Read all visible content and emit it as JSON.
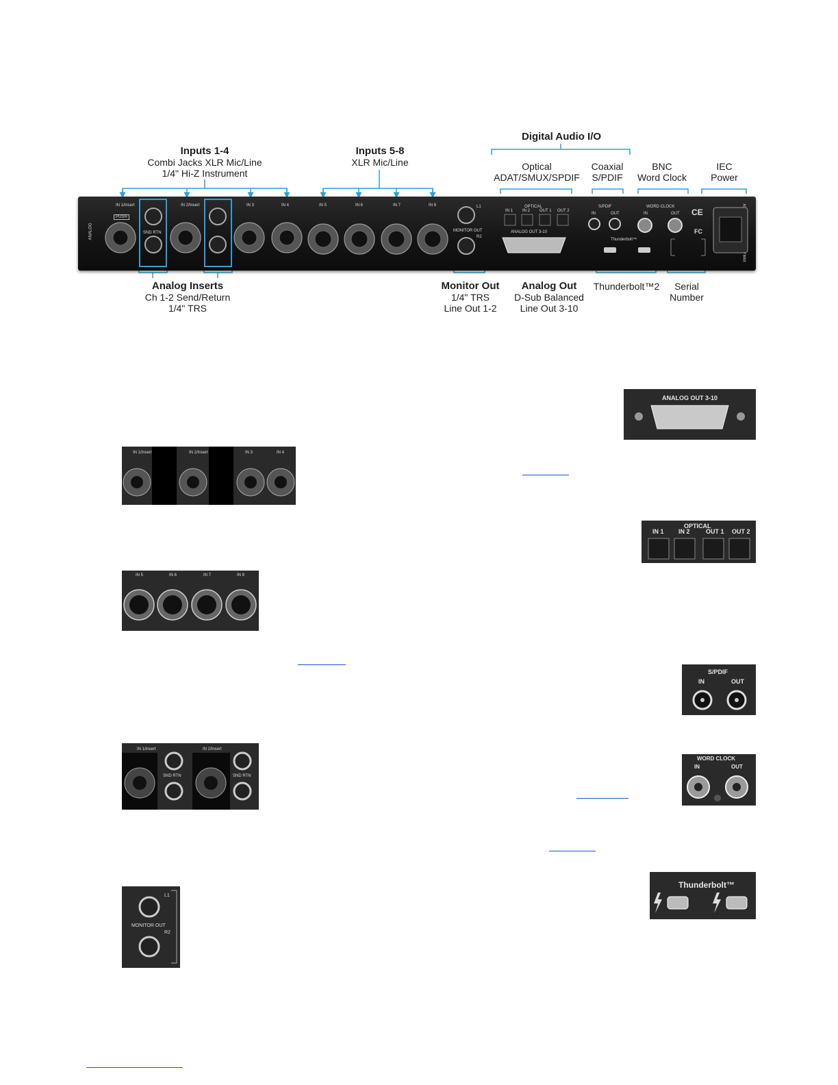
{
  "callouts": {
    "inputs_1_4": {
      "title": "Inputs 1-4",
      "line1": "Combi Jacks XLR Mic/Line",
      "line2": "1/4\" Hi-Z Instrument"
    },
    "inputs_5_8": {
      "title": "Inputs 5-8",
      "line1": "XLR Mic/Line"
    },
    "digital_io": {
      "title": "Digital Audio I/O"
    },
    "optical": {
      "line1": "Optical",
      "line2": "ADAT/SMUX/SPDIF"
    },
    "coaxial": {
      "line1": "Coaxial",
      "line2": "S/PDIF"
    },
    "bnc": {
      "line1": "BNC",
      "line2": "Word Clock"
    },
    "iec": {
      "line1": "IEC",
      "line2": "Power"
    },
    "analog_inserts": {
      "title": "Analog Inserts",
      "line1": "Ch 1-2 Send/Return",
      "line2": "1/4\" TRS"
    },
    "monitor_out": {
      "title": "Monitor Out",
      "line1": "1/4\" TRS",
      "line2": "Line Out 1-2"
    },
    "analog_out": {
      "title": "Analog Out",
      "line1": "D-Sub Balanced",
      "line2": "Line Out 3-10"
    },
    "thunderbolt": {
      "line1": "Thunderbolt™2"
    },
    "serial": {
      "line1": "Serial",
      "line2": "Number"
    }
  },
  "panel": {
    "side": "ANALOG",
    "in1": "IN 1/Insert",
    "in2": "IN 2/Insert",
    "in3": "IN 3",
    "in4": "IN 4",
    "in5": "IN 5",
    "in6": "IN 6",
    "in7": "IN 7",
    "in8": "IN 8",
    "push": "PUSH",
    "snd_rtn": "SND RTN",
    "l1": "L1",
    "r2": "R2",
    "monitor_out": "MONITOR OUT",
    "optical": "OPTICAL",
    "opt_in1": "IN 1",
    "opt_in2": "IN 2",
    "opt_out1": "OUT 1",
    "opt_out2": "OUT 2",
    "analog_out": "ANALOG OUT 3-10",
    "spdif": "S/PDIF",
    "spdif_in": "IN",
    "spdif_out": "OUT",
    "thunderbolt": "Thunderbolt™",
    "word_clock": "WORD CLOCK",
    "wc_in": "IN",
    "wc_out": "OUT",
    "ce": "CE",
    "fc": "FC",
    "ac": "AC IN 100-240V~ 50-60 HZ 65W MAX"
  },
  "thumbs": {
    "analog_out": "ANALOG OUT 3-10",
    "combi": {
      "in1": "IN 1/Insert",
      "in2": "IN 2/Insert",
      "in3": "IN 3",
      "in4": "IN 4"
    },
    "optical": {
      "title": "OPTICAL",
      "in1": "IN 1",
      "in2": "IN 2",
      "out1": "OUT 1",
      "out2": "OUT 2"
    },
    "xlr": {
      "in5": "IN 5",
      "in6": "IN 6",
      "in7": "IN 7",
      "in8": "IN 8"
    },
    "spdif": {
      "title": "S/PDIF",
      "in": "IN",
      "out": "OUT"
    },
    "inserts": {
      "in1": "IN 1/Insert",
      "in2": "IN 2/Insert",
      "snd_rtn": "SND RTN"
    },
    "word_clock": {
      "title": "WORD CLOCK",
      "in": "IN",
      "out": "OUT"
    },
    "monitor": {
      "l1": "L1",
      "r2": "R2",
      "label": "MONITOR OUT"
    },
    "thunderbolt": {
      "title": "Thunderbolt™"
    }
  },
  "colors": {
    "bracket": "#2d9fd8",
    "link": "#1a4fd6",
    "panel": "#1a1a1a"
  }
}
